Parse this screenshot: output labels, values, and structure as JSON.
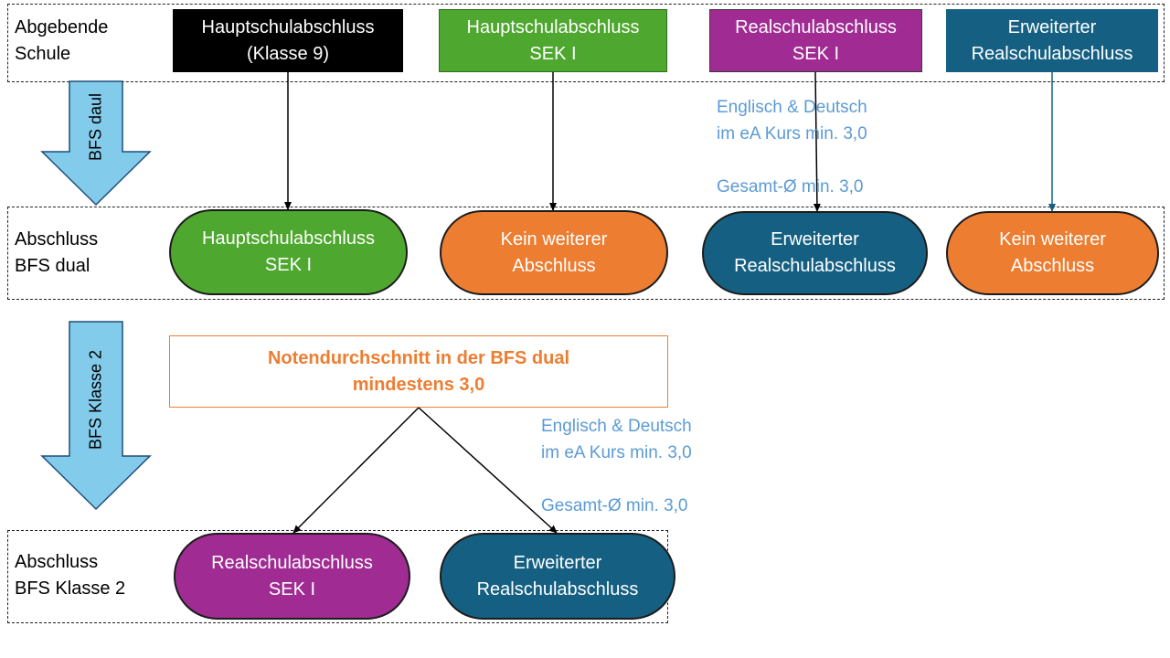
{
  "colors": {
    "black": "#000000",
    "green": "#4ea72e",
    "purple": "#a02b93",
    "teal": "#156082",
    "orange": "#ed7d31",
    "lightblue": "#83cbeb",
    "note_blue": "#5b9bd5"
  },
  "rows": {
    "source_label": "Abgebende\nSchule",
    "dual_label": "Abschluss\nBFS dual",
    "k2_label": "Abschluss\nBFS Klasse 2"
  },
  "arrows": {
    "dual": "BFS daul",
    "klasse2": "BFS Klasse 2"
  },
  "source_boxes": [
    "Hauptschulabschluss\n(Klasse 9)",
    "Hauptschulabschluss\nSEK I",
    "Realschulabschluss\nSEK I",
    "Erweiterter\nRealschulabschluss"
  ],
  "dual_results": [
    "Hauptschulabschluss\nSEK I",
    "Kein weiterer\nAbschluss",
    "Erweiterter\nRealschulabschluss",
    "Kein weiterer\nAbschluss"
  ],
  "notes": {
    "top": "Englisch & Deutsch\nim eA Kurs min. 3,0\n\nGesamt-Ø min. 3,0",
    "bottom": "Englisch & Deutsch\nim eA Kurs min. 3,0\n\nGesamt-Ø min. 3,0"
  },
  "condition": "Notendurchschnitt in der BFS dual\nmindestens 3,0",
  "k2_results": [
    "Realschulabschluss\nSEK I",
    "Erweiterter\nRealschulabschluss"
  ]
}
